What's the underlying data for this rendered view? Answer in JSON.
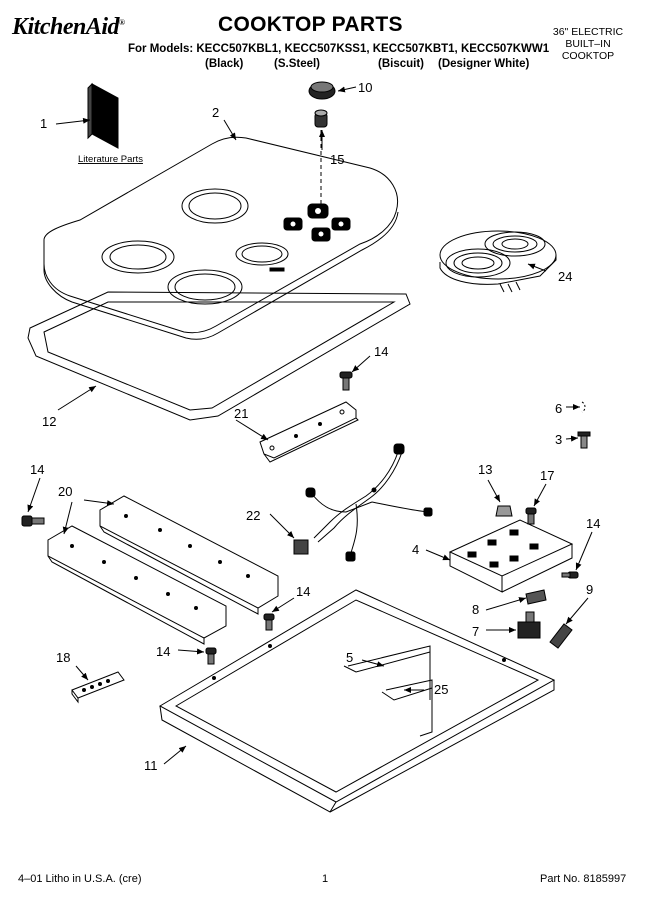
{
  "header": {
    "brand": "KitchenAid",
    "brand_mark": "®",
    "title": "COOKTOP PARTS",
    "models_line": "For Models: KECC507KBL1, KECC507KSS1, KECC507KBT1, KECC507KWW1",
    "finishes": [
      "(Black)",
      "(S.Steel)",
      "(Biscuit)",
      "(Designer White)"
    ],
    "product_lines": [
      "36\" ELECTRIC",
      "BUILT–IN",
      "COOKTOP"
    ]
  },
  "literature_label": "Literature Parts",
  "callouts": {
    "p1": "1",
    "p2": "2",
    "p3": "3",
    "p4": "4",
    "p5": "5",
    "p6": "6",
    "p7": "7",
    "p8": "8",
    "p9": "9",
    "p10": "10",
    "p11": "11",
    "p12": "12",
    "p13": "13",
    "p14a": "14",
    "p14b": "14",
    "p14c": "14",
    "p14d": "14",
    "p14e": "14",
    "p15": "15",
    "p17": "17",
    "p18": "18",
    "p20": "20",
    "p21": "21",
    "p22": "22",
    "p24": "24",
    "p25": "25"
  },
  "footer": {
    "litho": "4–01 Litho in U.S.A. (cre)",
    "page": "1",
    "part_no": "Part No. 8185997"
  }
}
